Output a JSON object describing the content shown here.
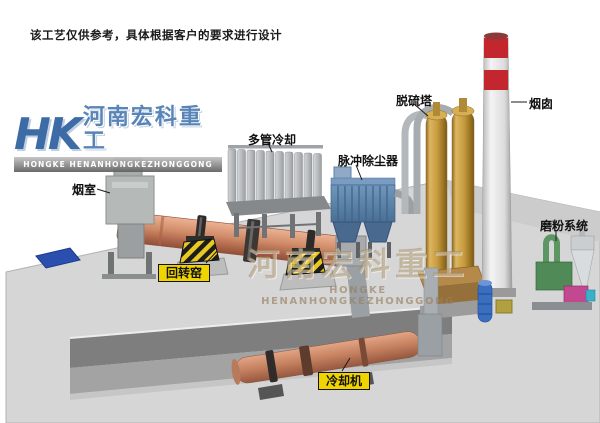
{
  "note": "该工艺仅供参考，具体根据客户的要求进行设计",
  "logo": {
    "monogram": "HK",
    "name_cn": "河南宏科重工",
    "name_en": "HONGKE HENANHONGKEZHONGGONG"
  },
  "watermark": {
    "name_cn": "河南宏科重工",
    "name_en": "HONGKE HENANHONGKEZHONGGONG"
  },
  "labels": {
    "smoke_chamber": "烟室",
    "multi_tube_cooler": "多管冷却",
    "pulse_dust_collector": "脉冲除尘器",
    "desulfurization_tower": "脱硫塔",
    "chimney": "烟囱",
    "grinding_system": "磨粉系统",
    "rotary_kiln": "回转窑",
    "cooling_machine": "冷却机"
  },
  "colors": {
    "brand-blue": "#2d5f9f",
    "label-bg": "#f0d400",
    "kiln": "#d08b68",
    "dust-collector": "#5d82a8",
    "tower": "#c79a3e",
    "chimney-band": "#c3262c",
    "ground": "#d6d6d6"
  }
}
